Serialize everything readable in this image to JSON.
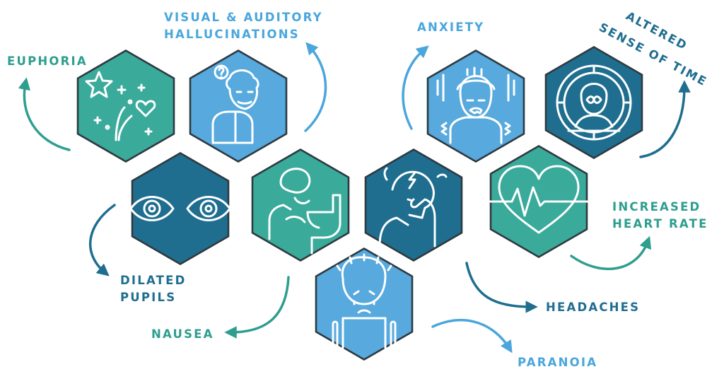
{
  "colors": {
    "teal": "#3aaa9a",
    "light_blue": "#57a9de",
    "dark_blue": "#1f6e8f",
    "outline": "#2e3a40",
    "icon_stroke": "#ffffff",
    "label_teal": "#2e9e8f",
    "label_blue": "#4aa6dc",
    "label_dark": "#1f6e8f"
  },
  "symptoms": [
    {
      "id": "euphoria",
      "lines": [
        "EUPHORIA"
      ],
      "icon": "stars-heart-icon",
      "tone": "teal",
      "label_tone": "label_teal"
    },
    {
      "id": "hallucinations",
      "lines": [
        "VISUAL & AUDITORY",
        "HALLUCINATIONS"
      ],
      "icon": "confused-person-icon",
      "tone": "light_blue",
      "label_tone": "label_blue"
    },
    {
      "id": "dilated-pupils",
      "lines": [
        "DILATED",
        "PUPILS"
      ],
      "icon": "eyes-icon",
      "tone": "dark_blue",
      "label_tone": "label_dark"
    },
    {
      "id": "nausea",
      "lines": [
        "NAUSEA"
      ],
      "icon": "vomiting-person-icon",
      "tone": "teal",
      "label_tone": "label_teal"
    },
    {
      "id": "headaches",
      "lines": [
        "HEADACHES"
      ],
      "icon": "headache-person-icon",
      "tone": "dark_blue",
      "label_tone": "label_dark"
    },
    {
      "id": "paranoia",
      "lines": [
        "PARANOIA"
      ],
      "icon": "paranoid-person-icon",
      "tone": "light_blue",
      "label_tone": "label_blue"
    },
    {
      "id": "anxiety",
      "lines": [
        "ANXIETY"
      ],
      "icon": "anxious-person-icon",
      "tone": "light_blue",
      "label_tone": "label_blue"
    },
    {
      "id": "altered-time",
      "lines": [
        "ALTERED",
        "SENSE OF TIME"
      ],
      "icon": "person-clock-icon",
      "tone": "dark_blue",
      "label_tone": "label_dark"
    },
    {
      "id": "heart-rate",
      "lines": [
        "INCREASED",
        "HEART RATE"
      ],
      "icon": "heartbeat-icon",
      "tone": "teal",
      "label_tone": "label_teal"
    }
  ]
}
